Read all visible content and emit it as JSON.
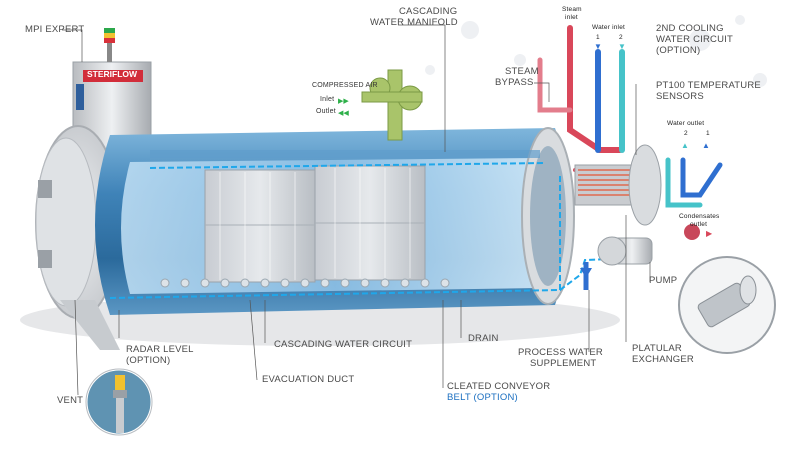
{
  "labels": {
    "mpi_expert": "MPI EXPERT",
    "brand": "STERIFLOW",
    "cascading_manifold_1": "CASCADING",
    "cascading_manifold_2": "WATER MANIFOLD",
    "compressed_air": "COMPRESSED AIR",
    "inlet": "Inlet",
    "outlet": "Outlet",
    "steam_inlet_1": "Steam",
    "steam_inlet_2": "inlet",
    "water_inlet": "Water inlet",
    "water_inlet_1": "1",
    "water_inlet_2": "2",
    "cooling_1": "2ND COOLING",
    "cooling_2": "WATER CIRCUIT",
    "cooling_3": "(OPTION)",
    "steam_bypass_1": "STEAM",
    "steam_bypass_2": "BYPASS",
    "pt100_1": "PT100 TEMPERATURE",
    "pt100_2": "SENSORS",
    "water_outlet": "Water outlet",
    "water_outlet_2": "2",
    "water_outlet_1": "1",
    "condensates_1": "Condensates",
    "condensates_2": "outlet",
    "pump": "PUMP",
    "radar_1": "RADAR LEVEL",
    "radar_2": "(OPTION)",
    "cascading_circuit": "CASCADING WATER CIRCUIT",
    "drain": "DRAIN",
    "process_water_1": "PROCESS WATER",
    "process_water_2": "SUPPLEMENT",
    "platular_1": "PLATULAR",
    "platular_2": "EXCHANGER",
    "evacuation_duct": "EVACUATION DUCT",
    "cleated_1": "CLEATED CONVEYOR",
    "cleated_2": "BELT (OPTION)",
    "vent": "VENT"
  },
  "colors": {
    "vessel_blue": "#3f83b8",
    "vessel_light": "#a9d2ee",
    "steam_red": "#d9475a",
    "water_blue": "#2f6fd0",
    "cooling_teal": "#46c3c9",
    "air_green": "#9bbf5a",
    "label_blue": "#1b6fc0"
  }
}
